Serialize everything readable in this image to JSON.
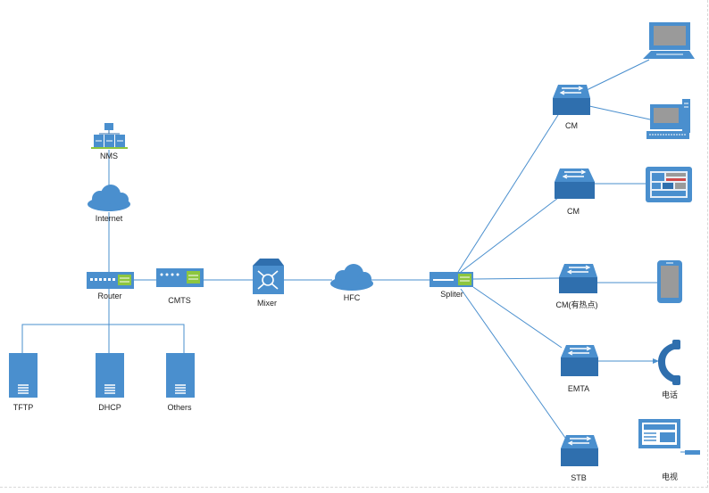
{
  "labels": {
    "nms": "NMS",
    "internet": "Internet",
    "router": "Router",
    "cmts": "CMTS",
    "mixer": "Mixer",
    "hfc": "HFC",
    "spliter": "Spliter",
    "tftp": "TFTP",
    "dhcp": "DHCP",
    "others": "Others",
    "cm1": "CM",
    "cm2": "CM",
    "cm3": "CM(有热点)",
    "emta": "EMTA",
    "stb": "STB",
    "phone": "电话",
    "tv": "电视"
  },
  "colors": {
    "device": "#4a8fce",
    "device_dark": "#2f6fae",
    "line": "#4a8fce",
    "screen": "#9a9a9a",
    "accent": "#8dc63f"
  },
  "icons": {
    "nms": "server-group-icon",
    "internet": "cloud-icon",
    "hfc": "cloud-icon",
    "router": "router-icon",
    "cmts": "cmts-icon",
    "mixer": "mixer-icon",
    "spliter": "splitter-icon",
    "servers": "server-tower-icon",
    "cm": "switch-icon",
    "laptop": "laptop-icon",
    "desktop": "desktop-icon",
    "tablet": "tablet-icon",
    "smartphone": "smartphone-icon",
    "phone": "telephone-icon",
    "tv": "television-icon"
  }
}
